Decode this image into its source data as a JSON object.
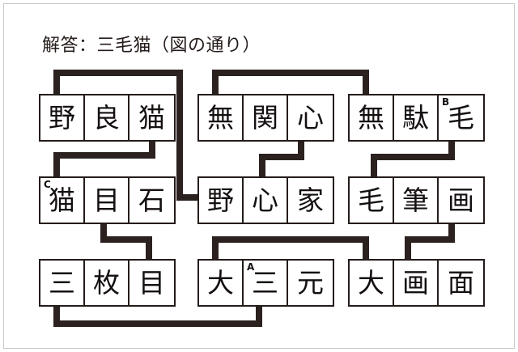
{
  "title": "解答：三毛猫（図の通り）",
  "colors": {
    "ink": "#241c1a",
    "line": "#2b211f",
    "background": "#ffffff",
    "page_border": "#c8c8c8"
  },
  "words": [
    {
      "id": "noraneko",
      "text": "野良猫",
      "cells": [
        {
          "char": "野",
          "mark": ""
        },
        {
          "char": "良",
          "mark": ""
        },
        {
          "char": "猫",
          "mark": ""
        }
      ]
    },
    {
      "id": "mukanshin",
      "text": "無関心",
      "cells": [
        {
          "char": "無",
          "mark": ""
        },
        {
          "char": "関",
          "mark": ""
        },
        {
          "char": "心",
          "mark": ""
        }
      ]
    },
    {
      "id": "mudage",
      "text": "無駄毛",
      "cells": [
        {
          "char": "無",
          "mark": ""
        },
        {
          "char": "駄",
          "mark": ""
        },
        {
          "char": "毛",
          "mark": "B"
        }
      ]
    },
    {
      "id": "nekomeishi",
      "text": "猫目石",
      "cells": [
        {
          "char": "猫",
          "mark": "C"
        },
        {
          "char": "目",
          "mark": ""
        },
        {
          "char": "石",
          "mark": ""
        }
      ]
    },
    {
      "id": "yashinka",
      "text": "野心家",
      "cells": [
        {
          "char": "野",
          "mark": ""
        },
        {
          "char": "心",
          "mark": ""
        },
        {
          "char": "家",
          "mark": ""
        }
      ]
    },
    {
      "id": "mohitsuga",
      "text": "毛筆画",
      "cells": [
        {
          "char": "毛",
          "mark": ""
        },
        {
          "char": "筆",
          "mark": ""
        },
        {
          "char": "画",
          "mark": ""
        }
      ]
    },
    {
      "id": "sanmaime",
      "text": "三枚目",
      "cells": [
        {
          "char": "三",
          "mark": ""
        },
        {
          "char": "枚",
          "mark": ""
        },
        {
          "char": "目",
          "mark": ""
        }
      ]
    },
    {
      "id": "daisangen",
      "text": "大三元",
      "cells": [
        {
          "char": "大",
          "mark": ""
        },
        {
          "char": "三",
          "mark": "A"
        },
        {
          "char": "元",
          "mark": ""
        }
      ]
    },
    {
      "id": "daigamen",
      "text": "大画面",
      "cells": [
        {
          "char": "大",
          "mark": ""
        },
        {
          "char": "画",
          "mark": ""
        },
        {
          "char": "面",
          "mark": ""
        }
      ]
    }
  ],
  "answer_letters": [
    "A",
    "B",
    "C"
  ],
  "answer_word": "三毛猫"
}
